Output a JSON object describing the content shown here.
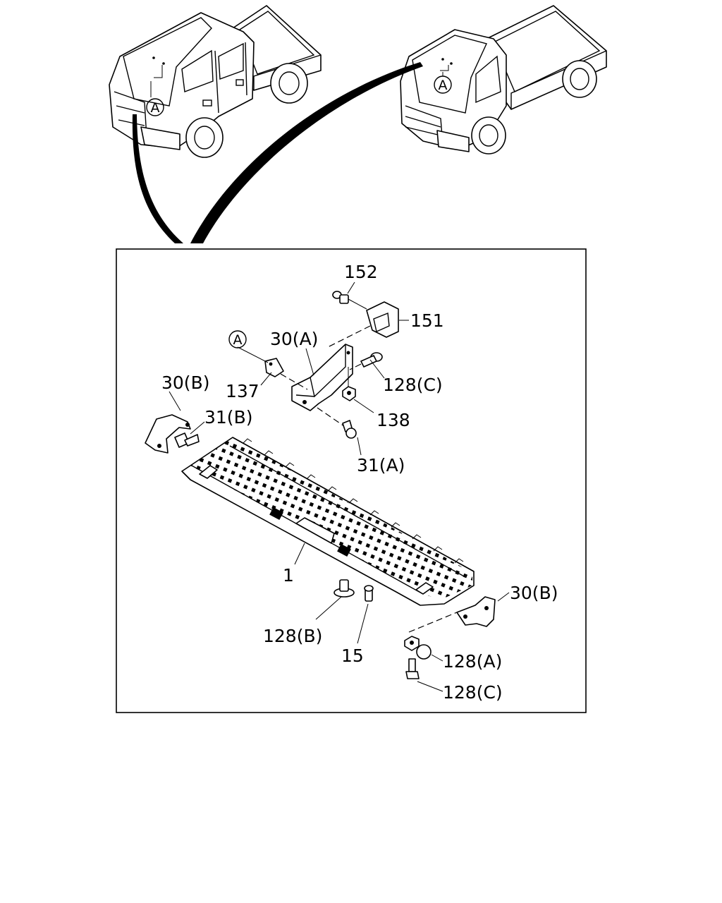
{
  "callout_ref": "A",
  "parts": {
    "p152": "152",
    "p151": "151",
    "p30a": "30(A)",
    "p30b_top": "30(B)",
    "p137": "137",
    "p31b": "31(B)",
    "p128c_top": "128(C)",
    "p138": "138",
    "p31a": "31(A)",
    "p1": "1",
    "p30b_bottom": "30(B)",
    "p128b": "128(B)",
    "p15": "15",
    "p128a": "128(A)",
    "p128c_bottom": "128(C)"
  }
}
